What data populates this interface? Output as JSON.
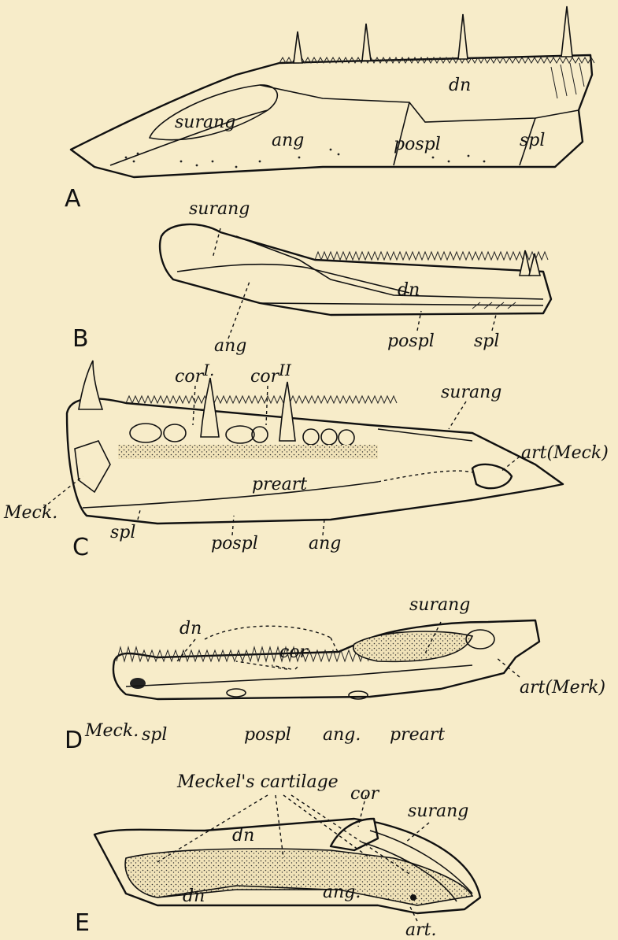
{
  "panels": {
    "A": {
      "letter": "A",
      "labels": {
        "dn": "dn",
        "surang": "surang",
        "ang": "ang",
        "pospl": "pospl",
        "spl": "spl"
      }
    },
    "B": {
      "letter": "B",
      "labels": {
        "surang": "surang",
        "dn": "dn",
        "ang": "ang",
        "pospl": "pospl",
        "spl": "spl"
      }
    },
    "C": {
      "letter": "C",
      "labels": {
        "cor1": "cor",
        "cor1_sup": "I.",
        "cor2": "cor",
        "cor2_sup": "II",
        "surang": "surang",
        "art": "art(Meck)",
        "meck": "Meck.",
        "preart": "preart",
        "spl": "spl",
        "pospl": "pospl",
        "ang": "ang"
      }
    },
    "D": {
      "letter": "D",
      "labels": {
        "dn": "dn",
        "cor": "cor",
        "surang": "surang",
        "art": "art(Merk)",
        "meck": "Meck.",
        "spl": "spl",
        "pospl": "pospl",
        "ang": "ang.",
        "preart": "preart"
      }
    },
    "E": {
      "letter": "E",
      "labels": {
        "meckel": "Meckel's cartilage",
        "cor": "cor",
        "surang": "surang",
        "dn_upper": "dn",
        "dn_lower": "dn",
        "ang": "ang.",
        "art": "art."
      }
    }
  }
}
